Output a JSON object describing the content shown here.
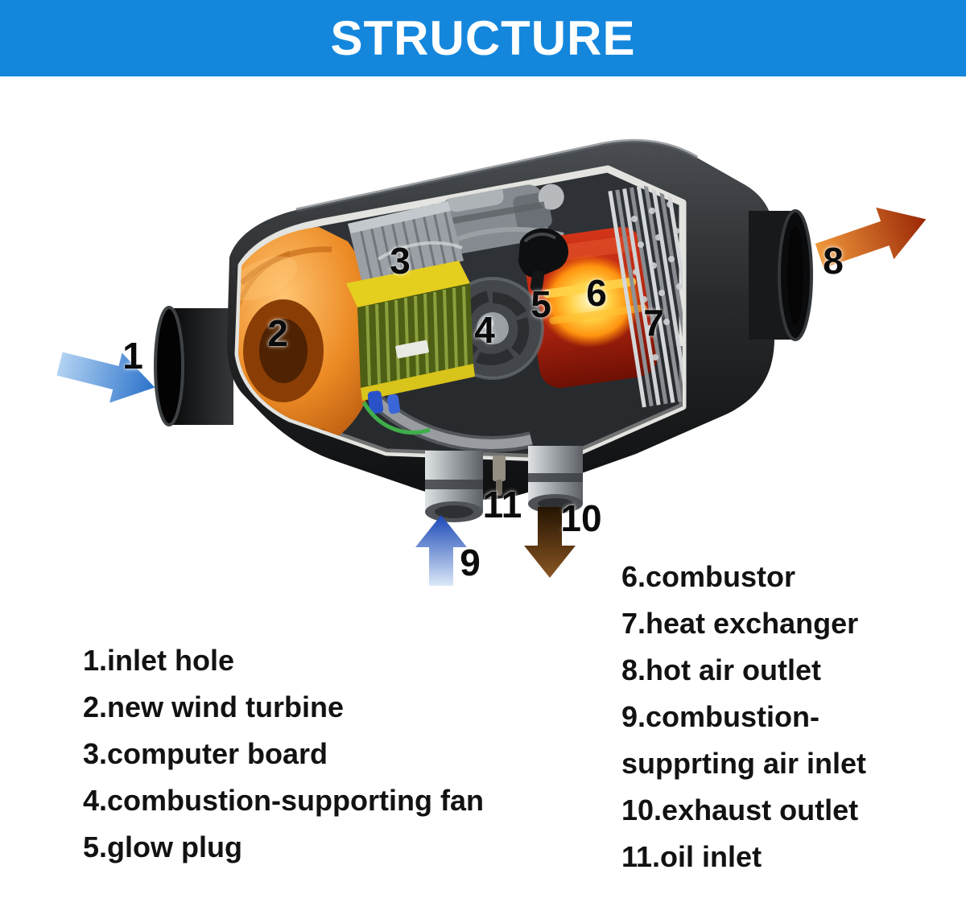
{
  "header": {
    "title": "STRUCTURE"
  },
  "diagram": {
    "numbers": [
      "1",
      "2",
      "3",
      "4",
      "5",
      "6",
      "7",
      "8",
      "9",
      "10",
      "11"
    ],
    "arrows": [
      {
        "name": "inlet-air-arrow",
        "direction": "right",
        "colors": [
          "#b2d2f2",
          "#2a72ca"
        ]
      },
      {
        "name": "hot-air-outlet-arrow",
        "direction": "up-right",
        "colors": [
          "#f0983c",
          "#992606"
        ]
      },
      {
        "name": "combustion-air-arrow",
        "direction": "up",
        "colors": [
          "#dce8f8",
          "#1a48b6"
        ]
      },
      {
        "name": "exhaust-arrow",
        "direction": "down",
        "colors": [
          "#241402",
          "#8a5622"
        ]
      }
    ],
    "part_colors": {
      "housing": "#1a1c1e",
      "turbine": "#e07818",
      "computer_board": "#d8c41a",
      "combustor_glow": "#ffb020",
      "heat_exchanger": "#c9cdcf"
    }
  },
  "legend": {
    "left": [
      "1.inlet hole",
      "2.new wind turbine",
      "3.computer board",
      "4.combustion-supporting fan",
      "5.glow plug"
    ],
    "right": [
      "6.combustor",
      "7.heat exchanger",
      "8.hot air outlet",
      "9.combustion-",
      "supprting air inlet",
      "10.exhaust outlet",
      "11.oil inlet"
    ]
  },
  "colors": {
    "header_bg": "#1487dd",
    "title": "#ffffff",
    "text": "#121212",
    "background": "#ffffff"
  }
}
